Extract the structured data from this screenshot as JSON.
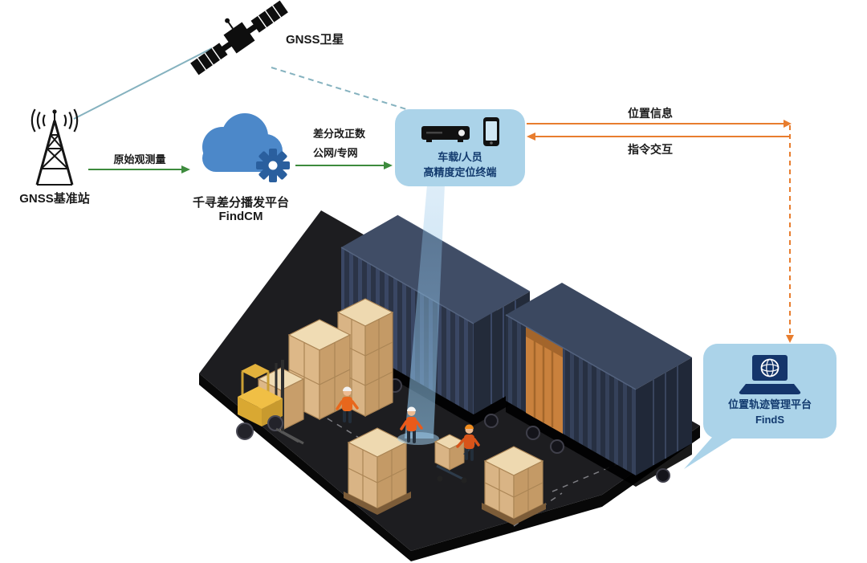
{
  "diagram": {
    "satellite": {
      "label": "GNSS卫星"
    },
    "base_station": {
      "label": "GNSS基准站"
    },
    "cloud": {
      "line1": "千寻差分播发平台",
      "line2": "FindCM"
    },
    "terminal": {
      "line1": "车载/人员",
      "line2": "高精度定位终端"
    },
    "platform": {
      "line1": "位置轨迹管理平台",
      "line2": "FindS"
    },
    "edges": {
      "raw_observation": "原始观测量",
      "correction_line1": "差分改正数",
      "correction_line2": "公网/专网",
      "position_info": "位置信息",
      "command_interaction": "指令交互"
    },
    "colors": {
      "teal_link": "#85b2bf",
      "green_arrow": "#3d8b3d",
      "orange_arrow": "#e87d2e",
      "bubble_background": "#abd3e9",
      "bubble_text": "#123a6e",
      "cloud_blue": "#4c88c9",
      "gear_blue": "#2a5f9e",
      "container_navy": "#2b3447",
      "carton_tan": "#d9b485",
      "forklift_yellow": "#f0bf45"
    }
  }
}
